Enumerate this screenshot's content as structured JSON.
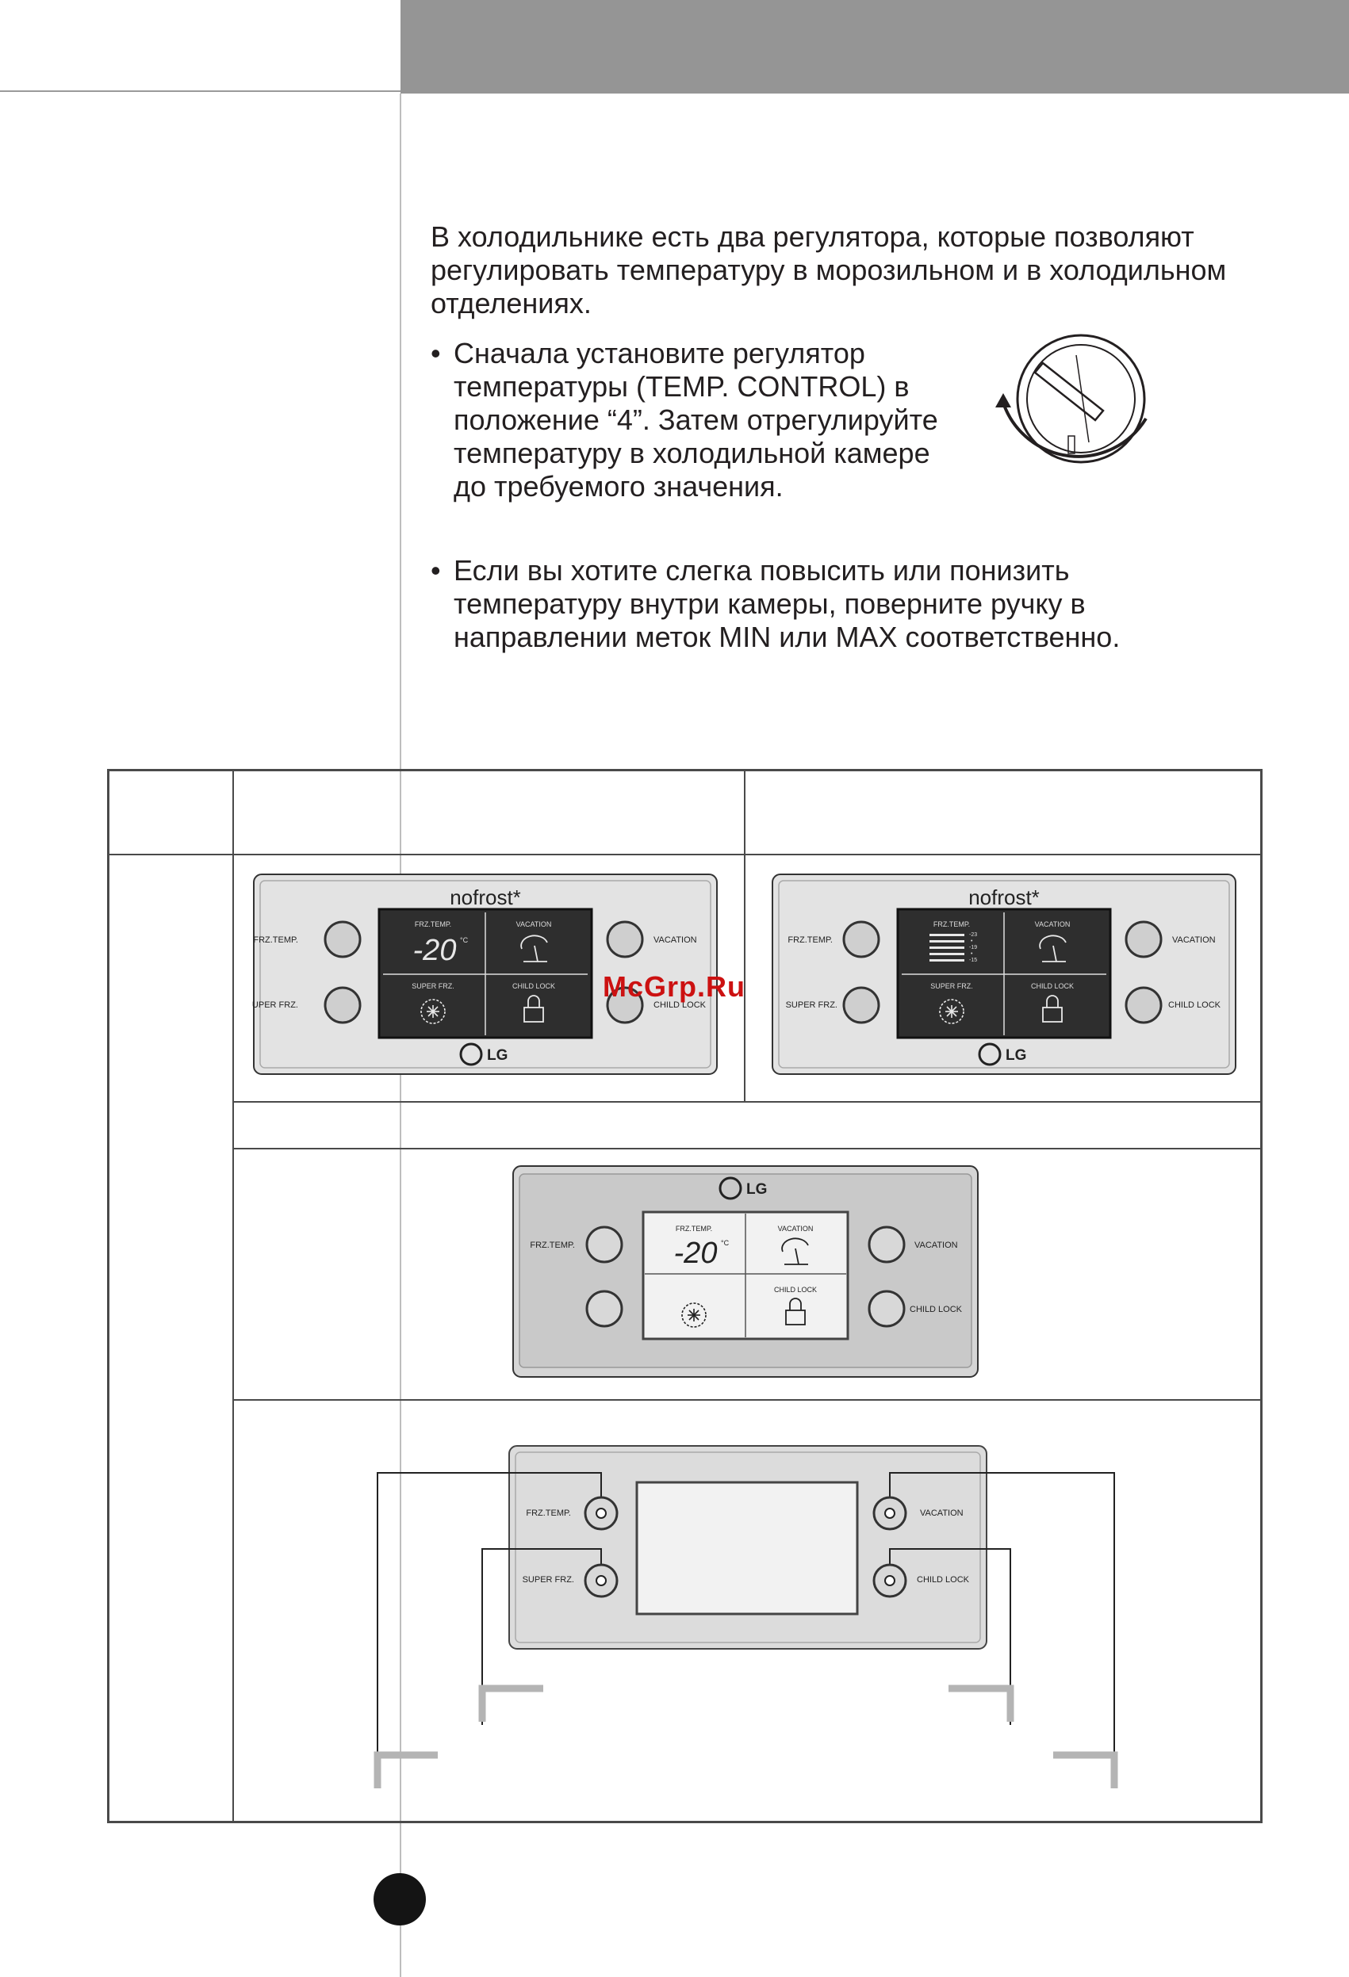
{
  "intro": "В холодильнике есть два регулятора, которые позволяют регулировать температуру в морозильном и в холодильном отделениях.",
  "bullet_symbol": "•",
  "bullets": [
    "Сначала установите регулятор температуры (TEMP. CONTROL) в положение “4”. Затем отрегулируйте температуру в холодильной камере до требуемого значения.",
    "Если вы хотите слегка повысить или понизить температуру внутри камеры, поверните ручку в направлении меток MIN или MAX соответственно."
  ],
  "panel_1": {
    "brand": "nofrost*",
    "logo": "LG",
    "buttons": {
      "frz_temp": "FRZ.TEMP.",
      "super_frz": "SUPER FRZ.",
      "vacation": "VACATION",
      "child_lock": "CHILD LOCK"
    },
    "display": {
      "frz_temp": "FRZ.TEMP.",
      "temp_value": "-20",
      "temp_unit": "°C",
      "vacation": "VACATION",
      "super_frz": "SUPER FRZ.",
      "child_lock": "CHILD LOCK"
    }
  },
  "panel_2": {
    "brand": "nofrost*",
    "logo": "LG",
    "buttons": {
      "frz_temp": "FRZ.TEMP.",
      "super_frz": "SUPER FRZ.",
      "vacation": "VACATION",
      "child_lock": "CHILD LOCK"
    },
    "display": {
      "frz_temp": "FRZ.TEMP.",
      "vacation": "VACATION",
      "super_frz": "SUPER FRZ.",
      "child_lock": "CHILD LOCK",
      "scale": [
        "-23",
        "•",
        "-19",
        "•",
        "-15"
      ]
    }
  },
  "panel_3": {
    "logo": "LG",
    "buttons": {
      "frz_temp": "FRZ.TEMP.",
      "vacation": "VACATION",
      "child_lock": "CHILD LOCK"
    },
    "display": {
      "frz_temp": "FRZ.TEMP.",
      "temp_value": "-20",
      "temp_unit": "°C",
      "vacation": "VACATION",
      "child_lock": "CHILD LOCK"
    }
  },
  "panel_4": {
    "buttons": {
      "frz_temp": "FRZ.TEMP.",
      "super_frz": "SUPER FRZ.",
      "vacation": "VACATION",
      "child_lock": "CHILD LOCK"
    }
  },
  "watermark": "McGrp.Ru",
  "colors": {
    "header_bar": "#959595",
    "table_border": "#4a4a4a",
    "panel_bg": "#e3e3e3",
    "display_dark": "#2e2e2e",
    "display_light": "#f2f2f2",
    "watermark": "#cc1111",
    "page_marker": "#141414"
  }
}
